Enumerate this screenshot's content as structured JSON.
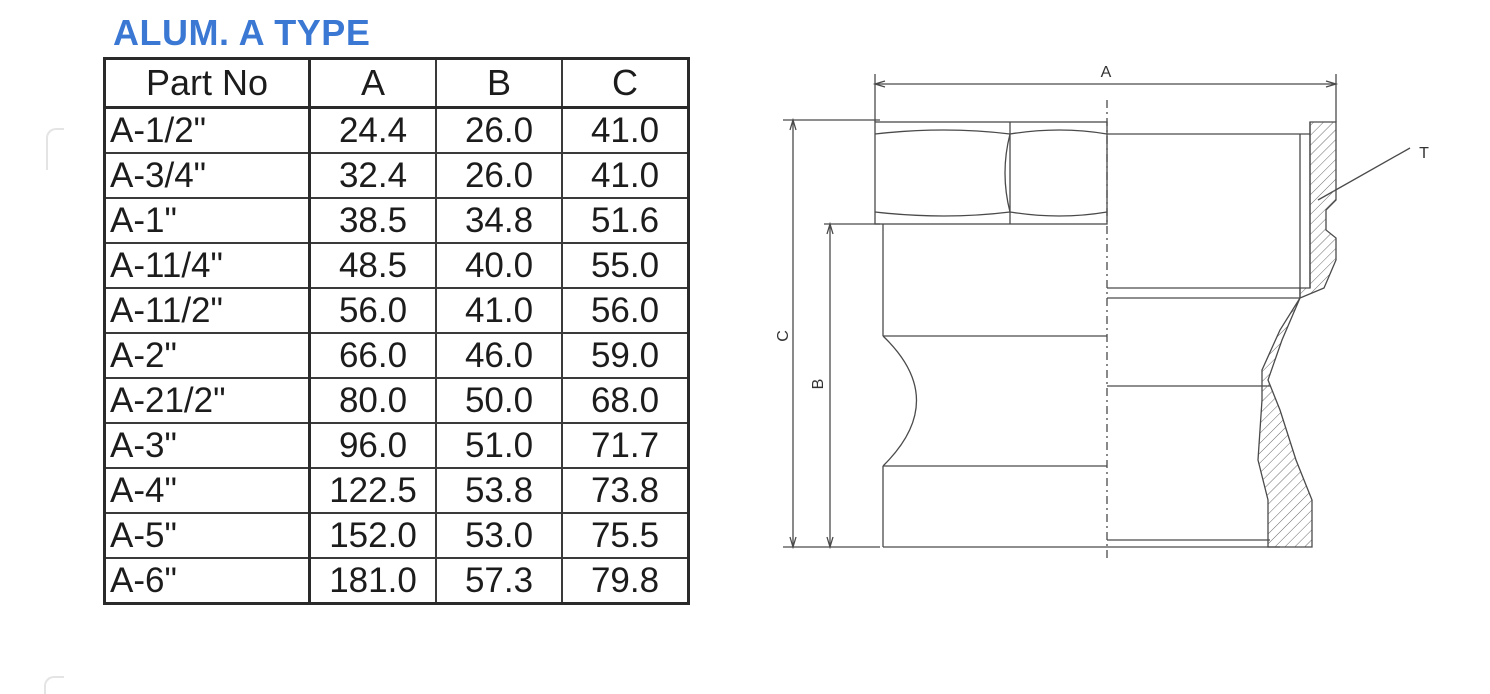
{
  "title": "ALUM. A TYPE",
  "table": {
    "headers": [
      "Part No",
      "A",
      "B",
      "C"
    ],
    "rows": [
      [
        "A-1/2\"",
        "24.4",
        "26.0",
        "41.0"
      ],
      [
        "A-3/4\"",
        "32.4",
        "26.0",
        "41.0"
      ],
      [
        "A-1\"",
        "38.5",
        "34.8",
        "51.6"
      ],
      [
        "A-11/4\"",
        "48.5",
        "40.0",
        "55.0"
      ],
      [
        "A-11/2\"",
        "56.0",
        "41.0",
        "56.0"
      ],
      [
        "A-2\"",
        "66.0",
        "46.0",
        "59.0"
      ],
      [
        "A-21/2\"",
        "80.0",
        "50.0",
        "68.0"
      ],
      [
        "A-3\"",
        "96.0",
        "51.0",
        "71.7"
      ],
      [
        "A-4\"",
        "122.5",
        "53.8",
        "73.8"
      ],
      [
        "A-5\"",
        "152.0",
        "53.0",
        "75.5"
      ],
      [
        "A-6\"",
        "181.0",
        "57.3",
        "79.8"
      ]
    ]
  },
  "drawing": {
    "label_a": "A",
    "label_b": "B",
    "label_c": "C",
    "label_t": "T"
  }
}
